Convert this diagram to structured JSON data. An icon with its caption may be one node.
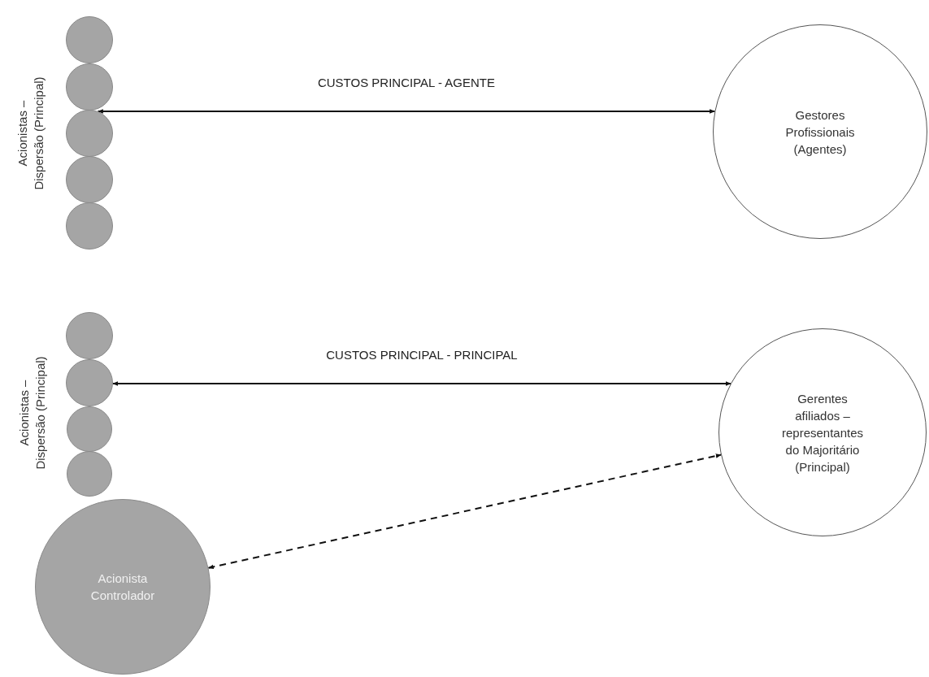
{
  "diagram": {
    "nodes": [
      {
        "text": [],
        "shape": "circle"
      },
      {
        "text": [],
        "shape": "circle"
      },
      {
        "text": [],
        "shape": "circle"
      },
      {
        "text": [],
        "shape": "circle"
      },
      {
        "text": [],
        "shape": "circle"
      },
      {
        "text": [
          "Gestores Profissionais (Agentes)"
        ]
      },
      {
        "text": [],
        "shape": "circle"
      },
      {
        "text": [],
        "shape": "circle"
      },
      {
        "text": [],
        "shape": "circle"
      },
      {
        "text": [],
        "shape": "circle"
      },
      {
        "text": [
          "Acionista Controlador"
        ]
      },
      {
        "text": [
          "Gerentes afiliados – representantes do Majoritário (Principal)"
        ]
      }
    ],
    "edges": [
      {
        "from": 2,
        "to": 5,
        "arrow": "both",
        "label": "CUSTOS PRINCIPAL - AGENTE"
      },
      {
        "from": 7,
        "to": 11,
        "arrow": "both",
        "label": "CUSTOS PRINCIPAL - PRINCIPAL"
      },
      {
        "from": 10,
        "to": 11,
        "arrow": "both",
        "style": "dashed"
      }
    ],
    "labels": [
      "Acionistas – Dispersão (Principal)",
      "Acionistas – Dispersão (Principal)"
    ]
  }
}
